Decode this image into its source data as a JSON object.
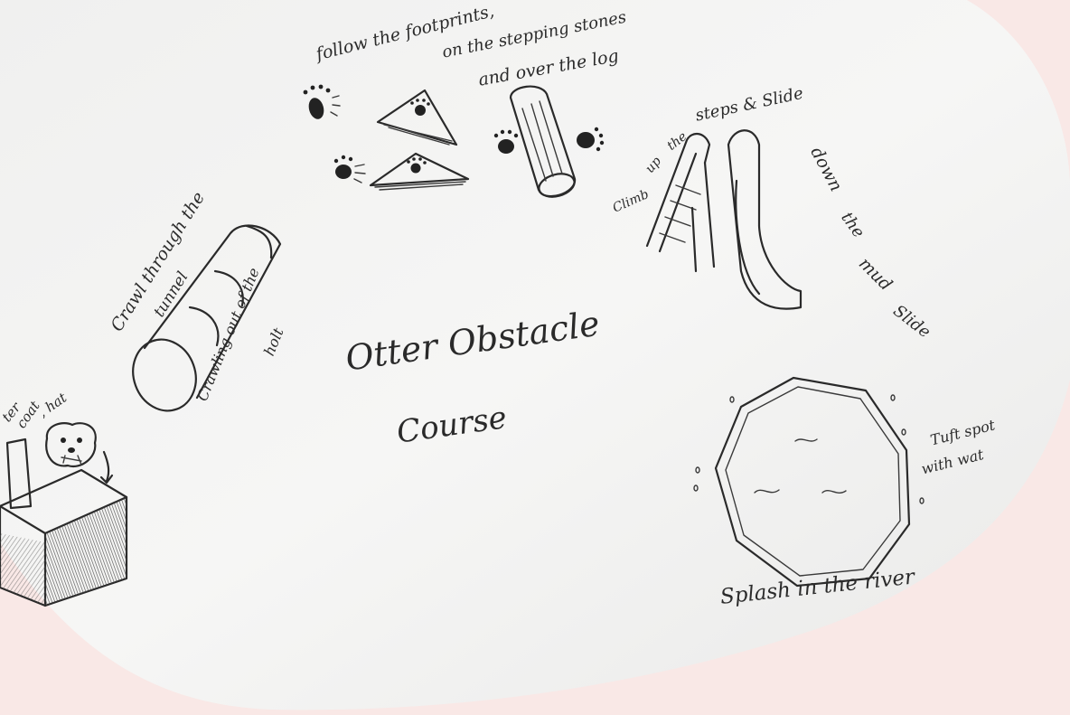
{
  "title": {
    "line1": "Otter Obstacle",
    "line2": "Course"
  },
  "labels": {
    "footprints_line1": "follow the footprints,",
    "footprints_line2": "on the stepping stones",
    "footprints_line3": "and over the log",
    "slide_steps": "steps & Slide",
    "slide_the": "the",
    "slide_up": "up",
    "slide_climb": "Climb",
    "slide_down": "down",
    "slide_the2": "the",
    "slide_mud": "mud",
    "slide_slide": "Slide",
    "tunnel_line1": "Crawl through the",
    "tunnel_line2": "tunnel",
    "holt_line1": "Crawling out of the",
    "holt_line2": "holt",
    "coat_line1": "ter",
    "coat_line2": "coat",
    "coat_hat": ", hat",
    "pond_line1": "Tuft spot",
    "pond_line2": "with wat",
    "river": "Splash in the river"
  },
  "colors": {
    "background": "#f9e8e6",
    "paper": "#f4f4f3",
    "ink": "#2a2a2a"
  }
}
